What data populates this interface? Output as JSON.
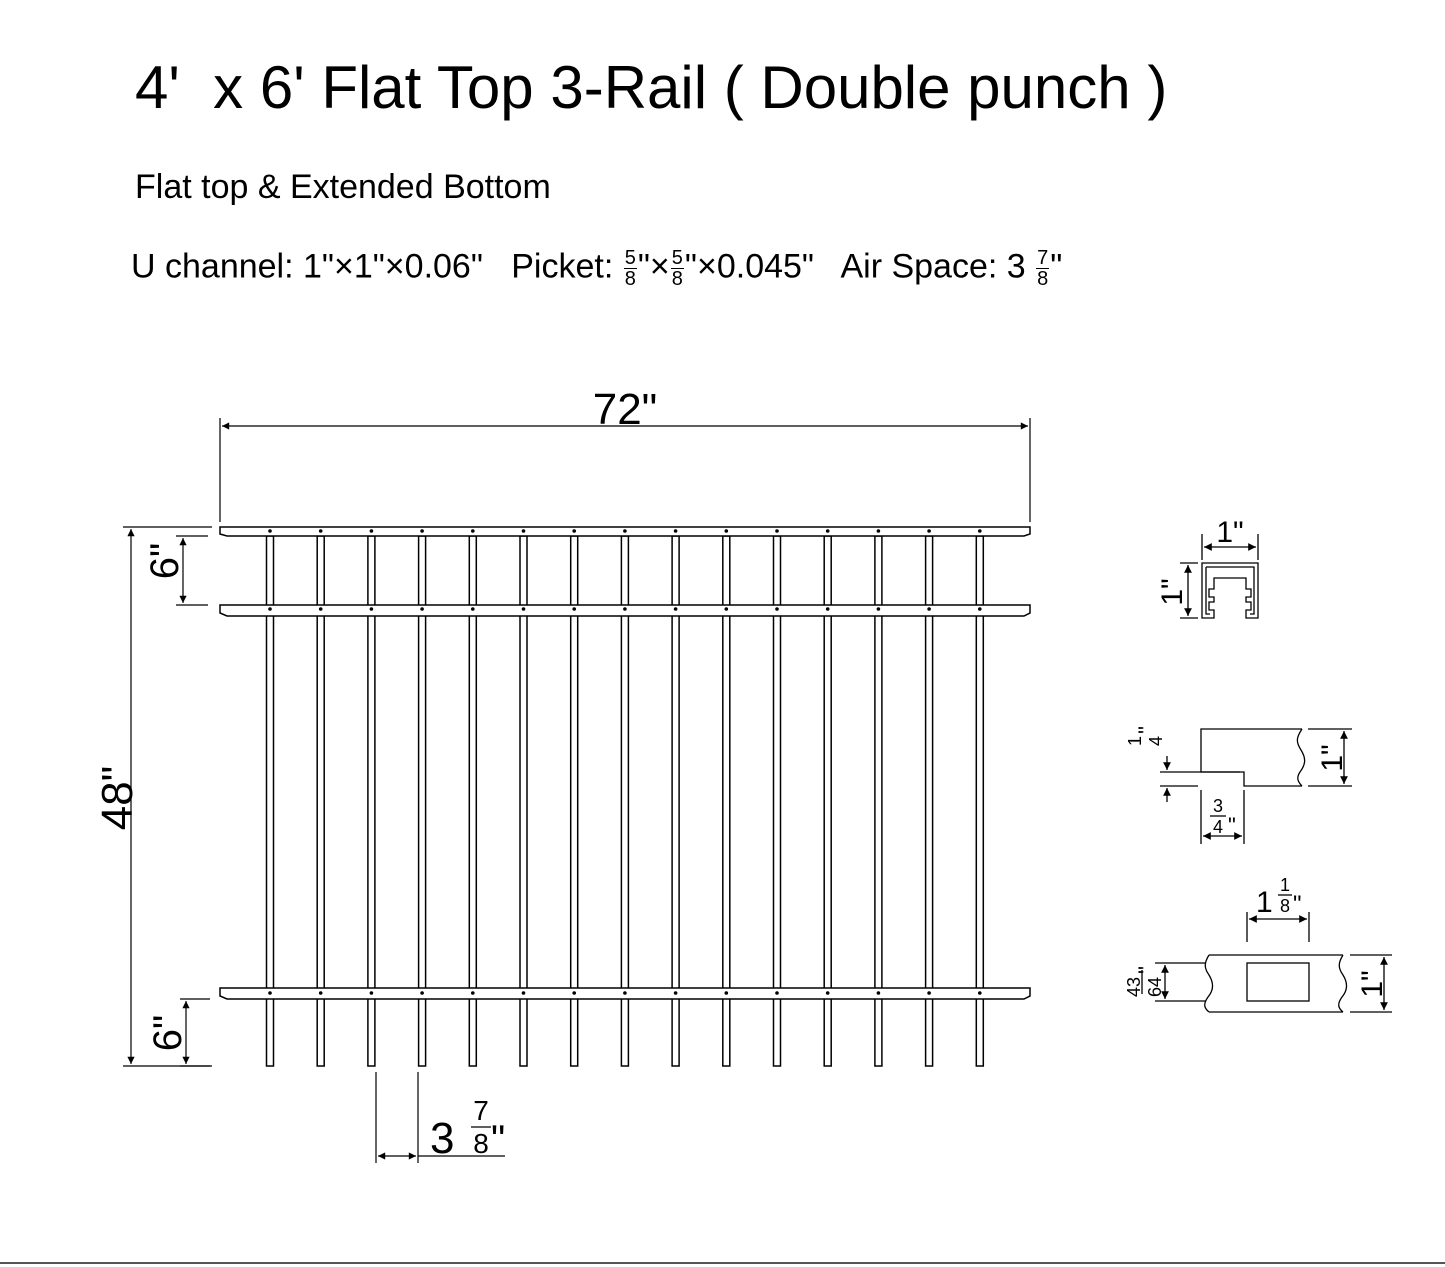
{
  "title": "4'  x 6' Flat Top 3-Rail ( Double punch )",
  "subtitle": "Flat top & Extended Bottom",
  "specs": {
    "u_channel_label": "U channel: 1\"×1\"×0.06\"",
    "picket_label": "Picket: ",
    "picket_frac_num": "5",
    "picket_frac_den": "8",
    "picket_mid": "\"×",
    "picket_frac2_num": "5",
    "picket_frac2_den": "8",
    "picket_tail": "\"×0.045\"",
    "air_space_label": "Air Space: 3 ",
    "air_frac_num": "7",
    "air_frac_den": "8",
    "air_tail": "\""
  },
  "dimensions": {
    "width": "72\"",
    "height": "48\"",
    "top_offset": "6\"",
    "bottom_offset": "6\"",
    "spacing_whole": "3",
    "spacing_num": "7",
    "spacing_den": "8",
    "spacing_unit": "\""
  },
  "details": {
    "u_width": "1\"",
    "u_height": "1\"",
    "notch_depth_num": "1",
    "notch_depth_den": "4",
    "notch_depth_unit": "\"",
    "notch_width_num": "3",
    "notch_width_den": "4",
    "notch_width_unit": "\"",
    "rail_height": "1\"",
    "hole_width_whole": "1",
    "hole_width_num": "1",
    "hole_width_den": "8",
    "hole_width_unit": "\"",
    "hole_height_num": "43",
    "hole_height_den": "64",
    "hole_height_unit": "\"",
    "punched_rail_height": "1\""
  },
  "fence": {
    "picket_count": 15
  }
}
